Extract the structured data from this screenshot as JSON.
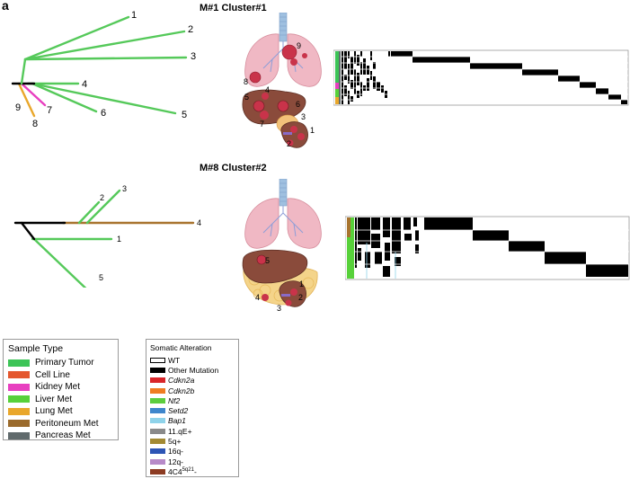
{
  "panel_label": "a",
  "panels": [
    {
      "title": "M#1 Cluster#1",
      "tree_labels": [
        "1",
        "2",
        "3",
        "4",
        "5",
        "6",
        "7",
        "8",
        "9"
      ],
      "organ_labels": [
        "9",
        "8",
        "4",
        "5",
        "6",
        "7",
        "3",
        "1",
        "2"
      ]
    },
    {
      "title": "M#8 Cluster#2",
      "tree_labels": [
        "2",
        "3",
        "4",
        "1",
        "5"
      ],
      "organ_labels": [
        "5",
        "1",
        "4",
        "2",
        "3"
      ]
    }
  ],
  "sample_type_legend": {
    "title": "Sample Type",
    "items": [
      {
        "label": "Primary Tumor",
        "color": "#3cc457"
      },
      {
        "label": "Cell Line",
        "color": "#e4572e"
      },
      {
        "label": "Kidney Met",
        "color": "#e83fc0"
      },
      {
        "label": "Liver Met",
        "color": "#57d13a"
      },
      {
        "label": "Lung Met",
        "color": "#e9a72b"
      },
      {
        "label": "Peritoneum Met",
        "color": "#9a6a2c"
      },
      {
        "label": "Pancreas Met",
        "color": "#606a6c"
      }
    ]
  },
  "somatic_legend": {
    "title": "Somatic Alteration",
    "items": [
      {
        "label": "WT",
        "color": "#ffffff",
        "italic": false
      },
      {
        "label": "Other Mutation",
        "color": "#000000",
        "italic": false
      },
      {
        "label": "Cdkn2a",
        "color": "#d9262a",
        "italic": true
      },
      {
        "label": "Cdkn2b",
        "color": "#ef7d22",
        "italic": true
      },
      {
        "label": "Nf2",
        "color": "#5ccd3e",
        "italic": true
      },
      {
        "label": "Setd2",
        "color": "#3e86cc",
        "italic": true
      },
      {
        "label": "Bap1",
        "color": "#8fd3ea",
        "italic": true
      },
      {
        "label": "11.qE+",
        "color": "#8a8a8a",
        "italic": false
      },
      {
        "label": "5q+",
        "color": "#a38a34",
        "italic": false
      },
      {
        "label": "16q-",
        "color": "#2d55b5",
        "italic": false
      },
      {
        "label": "12q-",
        "color": "#b78ac8",
        "italic": false
      },
      {
        "label": "4C4",
        "sup": "5q21",
        "suffix": "-",
        "color": "#8c3b22",
        "italic": false
      }
    ]
  }
}
